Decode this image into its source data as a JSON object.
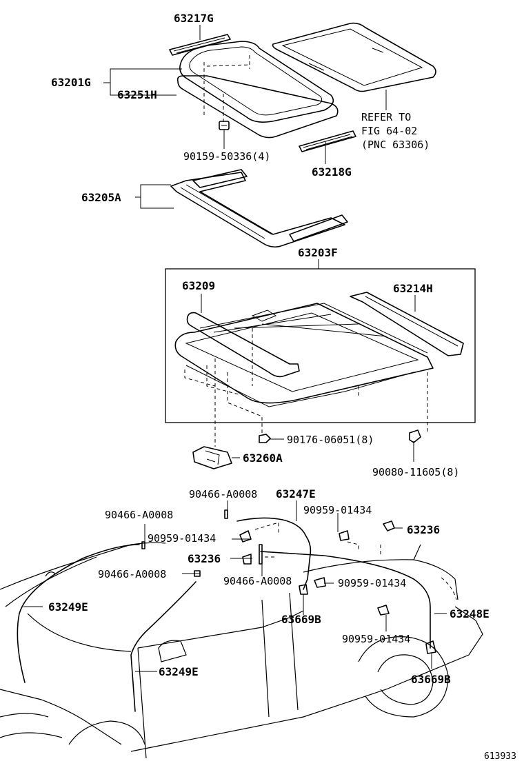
{
  "labels": {
    "p63217G": "63217G",
    "p63201G": "63201G",
    "p63251H": "63251H",
    "refer1": "REFER TO",
    "refer2": "FIG 64-02",
    "refer3": "(PNC 63306)",
    "p90159": "90159-50336(4)",
    "p63218G": "63218G",
    "p63205A": "63205A",
    "p63203F": "63203F",
    "p63209": "63209",
    "p63214H": "63214H",
    "p90176": "90176-06051(8)",
    "p63260A": "63260A",
    "p90080": "90080-11605(8)",
    "p90466_a": "90466-A0008",
    "p63247E": "63247E",
    "p90466_b": "90466-A0008",
    "p90959_a": "90959-01434",
    "p90959_b": "90959-01434",
    "p63236_a": "63236",
    "p63236_b": "63236",
    "p90466_c": "90466-A0008",
    "p90466_d": "90466-A0008",
    "p90959_c": "90959-01434",
    "p63249E_a": "63249E",
    "p63669B_a": "63669B",
    "p63248E": "63248E",
    "p90959_d": "90959-01434",
    "p63249E_b": "63249E",
    "p63669B_b": "63669B",
    "figure_no": "613933"
  }
}
